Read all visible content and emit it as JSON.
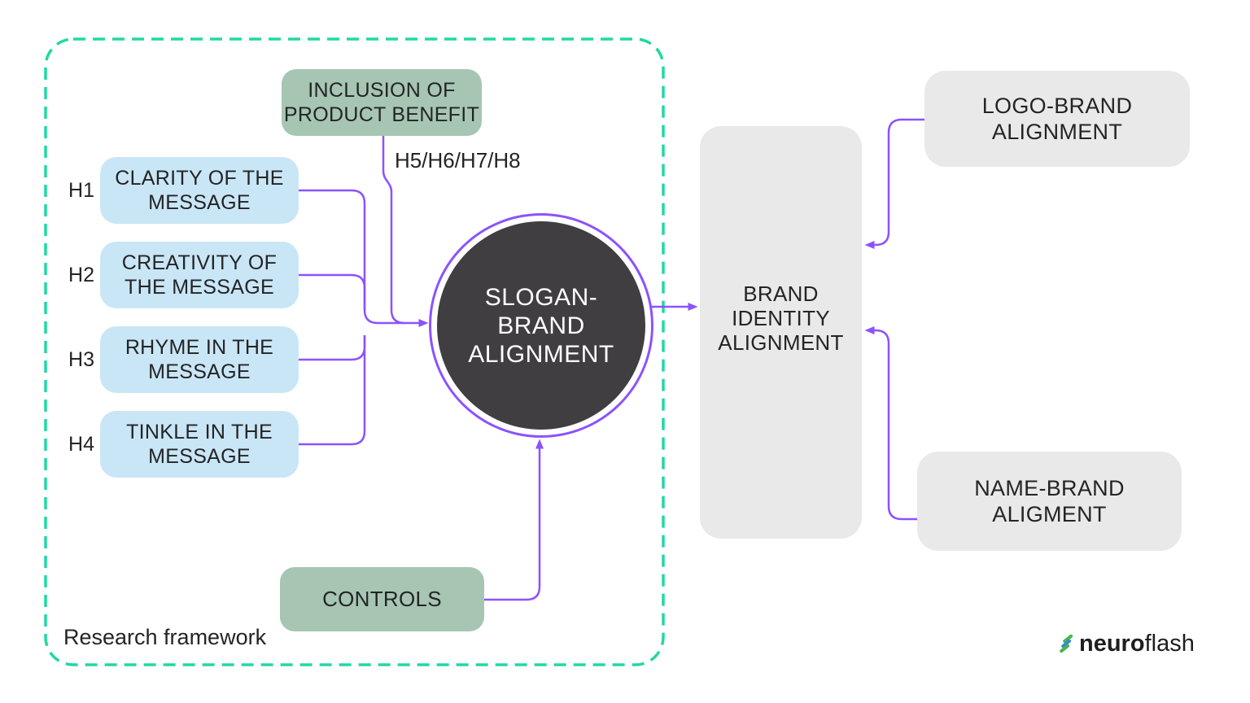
{
  "frame": {
    "label": "Research framework"
  },
  "hypotheses": [
    {
      "id": "H1",
      "lines": [
        "CLARITY OF THE",
        "MESSAGE"
      ]
    },
    {
      "id": "H2",
      "lines": [
        "CREATIVITY OF",
        "THE MESSAGE"
      ]
    },
    {
      "id": "H3",
      "lines": [
        "RHYME IN THE",
        "MESSAGE"
      ]
    },
    {
      "id": "H4",
      "lines": [
        "TINKLE IN THE",
        "MESSAGE"
      ]
    }
  ],
  "moderator": {
    "lines": [
      "INCLUSION OF",
      "PRODUCT BENEFIT"
    ],
    "hypotheses_label": "H5/H6/H7/H8"
  },
  "controls": {
    "label": "CONTROLS"
  },
  "central": {
    "lines": [
      "SLOGAN-",
      "BRAND",
      "ALIGNMENT"
    ]
  },
  "outcome": {
    "lines": [
      "BRAND",
      "IDENTITY",
      "ALIGNMENT"
    ]
  },
  "logo_brand": {
    "lines": [
      "LOGO-BRAND",
      "ALIGNMENT"
    ]
  },
  "name_brand": {
    "lines": [
      "NAME-BRAND",
      "ALIGMENT"
    ]
  },
  "brandmark": {
    "bold": "neuro",
    "light": "flash"
  },
  "colors": {
    "purple": "#8c52ff",
    "teal": "#21d8a3",
    "node-blue": "#c9e6f7",
    "node-green": "#a6c6b3",
    "node-gray": "#e9e9e9",
    "node-dark": "#413e41",
    "text-dark": "#242424"
  }
}
